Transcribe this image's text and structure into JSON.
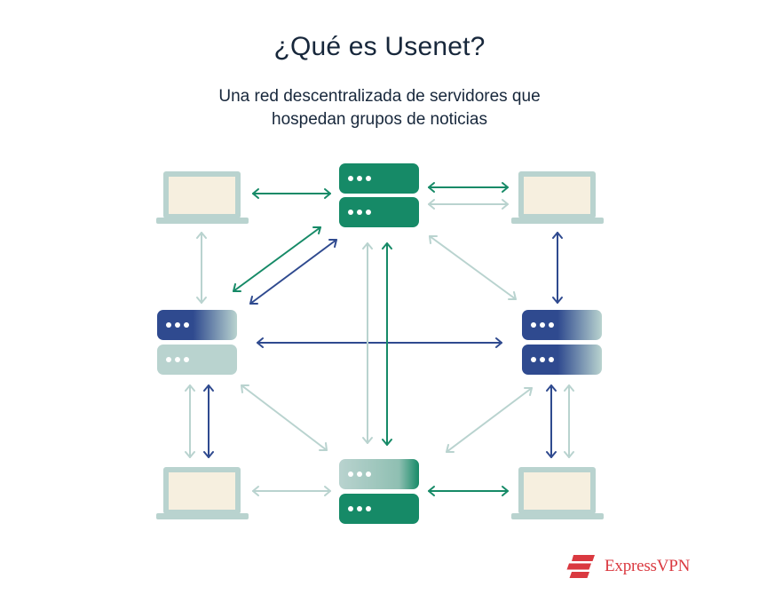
{
  "header": {
    "title": "¿Qué es Usenet?",
    "subtitle_lines": [
      "Una red descentralizada de servidores que",
      "hospedan grupos de noticias"
    ]
  },
  "brand": {
    "name": "ExpressVPN",
    "color": "#da3940"
  },
  "colors": {
    "green": "#168a67",
    "navy": "#2f4a8f",
    "pale": "#b9d3cf",
    "laptop_frame": "#b9d3cf",
    "laptop_screen": "#f6efdf",
    "ink": "#17273b"
  },
  "nodes": [
    {
      "id": "server-top",
      "kind": "server",
      "style": "green"
    },
    {
      "id": "server-left",
      "kind": "server",
      "style": "navy-top"
    },
    {
      "id": "server-right",
      "kind": "server",
      "style": "navy"
    },
    {
      "id": "server-bottom",
      "kind": "server",
      "style": "green-bottom"
    },
    {
      "id": "laptop-top-left",
      "kind": "laptop"
    },
    {
      "id": "laptop-top-right",
      "kind": "laptop"
    },
    {
      "id": "laptop-bottom-left",
      "kind": "laptop"
    },
    {
      "id": "laptop-bottom-right",
      "kind": "laptop"
    }
  ],
  "connections": [
    {
      "from": "laptop-top-left",
      "to": "server-top",
      "color": "green"
    },
    {
      "from": "server-top",
      "to": "laptop-top-right",
      "color": "green"
    },
    {
      "from": "server-top",
      "to": "laptop-top-right",
      "color": "pale"
    },
    {
      "from": "laptop-top-left",
      "to": "server-left",
      "color": "pale"
    },
    {
      "from": "laptop-top-right",
      "to": "server-right",
      "color": "navy"
    },
    {
      "from": "server-top",
      "to": "server-left",
      "color": "green"
    },
    {
      "from": "server-top",
      "to": "server-left",
      "color": "navy"
    },
    {
      "from": "server-top",
      "to": "server-right",
      "color": "pale"
    },
    {
      "from": "server-left",
      "to": "server-right",
      "color": "navy"
    },
    {
      "from": "server-top",
      "to": "server-bottom",
      "color": "pale"
    },
    {
      "from": "server-top",
      "to": "server-bottom",
      "color": "green"
    },
    {
      "from": "server-left",
      "to": "server-bottom",
      "color": "pale"
    },
    {
      "from": "server-right",
      "to": "server-bottom",
      "color": "pale"
    },
    {
      "from": "server-left",
      "to": "laptop-bottom-left",
      "color": "pale"
    },
    {
      "from": "server-left",
      "to": "laptop-bottom-left",
      "color": "navy"
    },
    {
      "from": "server-right",
      "to": "laptop-bottom-right",
      "color": "navy"
    },
    {
      "from": "server-right",
      "to": "laptop-bottom-right",
      "color": "pale"
    },
    {
      "from": "laptop-bottom-left",
      "to": "server-bottom",
      "color": "pale"
    },
    {
      "from": "server-bottom",
      "to": "laptop-bottom-right",
      "color": "green"
    }
  ]
}
